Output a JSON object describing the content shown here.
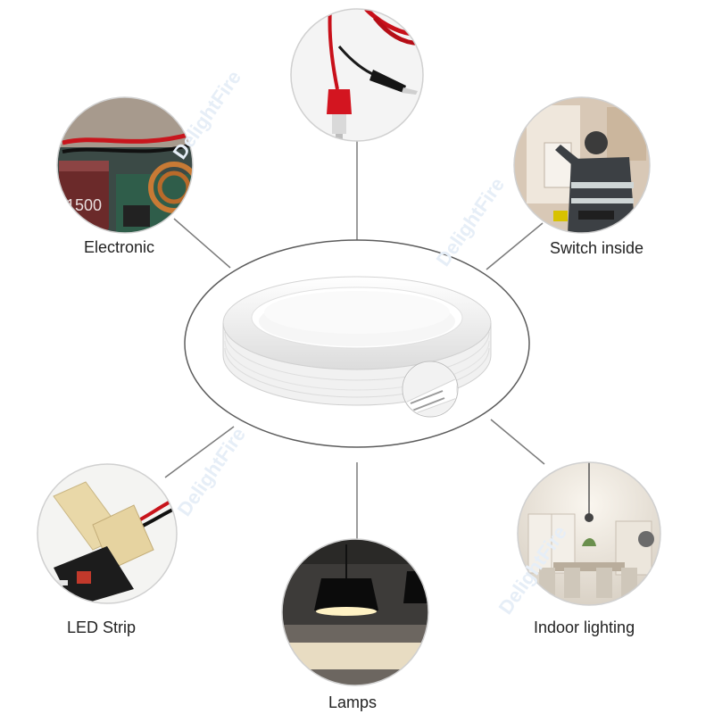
{
  "labels": {
    "electronic": "Electronic",
    "switch_inside": "Switch inside",
    "led_strip": "LED Strip",
    "indoor_lighting": "Indoor lighting",
    "lamps": "Lamps"
  },
  "watermark": "DelightFire",
  "colors": {
    "connector_line": "#7a7a7a",
    "circle_border": "#c9c9c9",
    "wire_white": "#ffffff",
    "wire_red": "#d0141c",
    "clip_black": "#161616"
  },
  "images": [
    {
      "name": "alligator-clip-wire-photo",
      "icon": "photo"
    },
    {
      "name": "electronic-circuit-board-photo",
      "icon": "photo"
    },
    {
      "name": "electrician-switch-photo",
      "icon": "photo"
    },
    {
      "name": "white-wire-coil-photo",
      "icon": "photo"
    },
    {
      "name": "led-strip-connector-photo",
      "icon": "photo"
    },
    {
      "name": "pendant-lamps-photo",
      "icon": "photo"
    },
    {
      "name": "indoor-dining-room-photo",
      "icon": "photo"
    }
  ]
}
